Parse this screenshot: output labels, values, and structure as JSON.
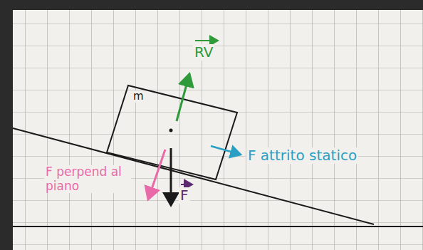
{
  "diagram": {
    "labels": [
      "m",
      "RV",
      "F perpend al piano",
      "F",
      "F attrito statico"
    ]
  }
}
